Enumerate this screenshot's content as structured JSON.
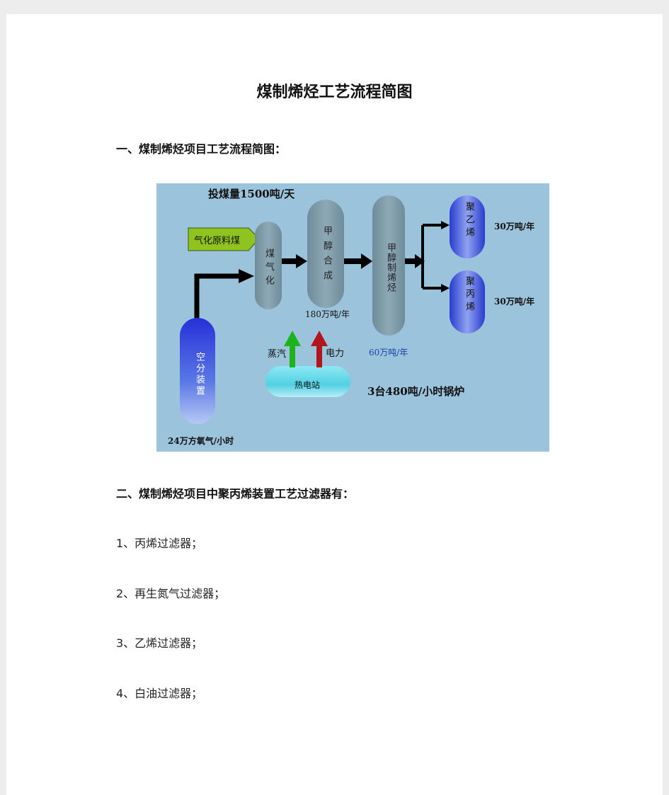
{
  "document": {
    "title": "煤制烯烃工艺流程简图",
    "section1_heading": "一、煤制烯烃项目工艺流程简图：",
    "section2_heading": "二、煤制烯烃项目中聚丙烯装置工艺过滤器有：",
    "list_items": [
      "1、丙烯过滤器；",
      "2、再生氮气过滤器；",
      "3、乙烯过滤器；",
      "4、白油过滤器；"
    ]
  },
  "diagram": {
    "coal_input": "投煤量1500吨/天",
    "raw_coal_label": "气化原料煤",
    "gasification": "煤气化",
    "methanol_synthesis": "甲醇合成",
    "methanol_capacity": "180万吨/年",
    "mto": "甲醇制烯烃",
    "mto_capacity": "60万吨/年",
    "polyethylene": "聚乙烯",
    "pe_capacity": "30万吨/年",
    "polypropylene": "聚丙烯",
    "pp_capacity": "30万吨/年",
    "air_separation": "空分装置",
    "oxygen_capacity": "24万方氧气/小时",
    "steam": "蒸汽",
    "power": "电力",
    "power_station": "热电站",
    "boilers": "3台480吨/小时锅炉",
    "colors": {
      "background": "#9cc3dc",
      "vessel_gray": "#7f9aa8",
      "blue_vessel": "#3b4fd8",
      "raw_coal_arrow": "#8fc31f",
      "steam_arrow": "#1db31d",
      "power_arrow": "#b0161b",
      "station": "#5fd6e6",
      "mto_capacity_text": "#1a3fa8"
    }
  }
}
